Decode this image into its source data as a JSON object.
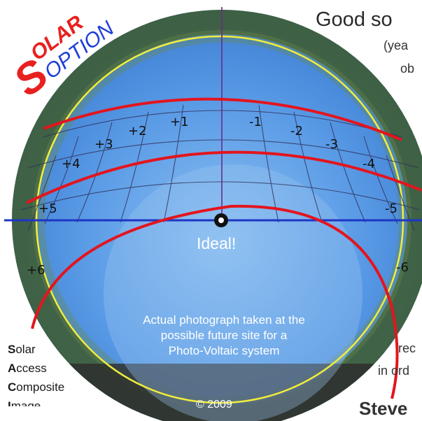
{
  "logo": {
    "word_top": "OLAR",
    "initial": "S",
    "word_bottom": "OPTION",
    "colors": {
      "red": "#e8201f",
      "blue": "#1e3fd6"
    }
  },
  "heading": {
    "line1": "Good so",
    "line2": "(yea",
    "line3": "ob"
  },
  "right_text": {
    "line1": "rec",
    "line2": "in ord"
  },
  "author": "Steve",
  "acronym": [
    {
      "initial": "S",
      "rest": "olar"
    },
    {
      "initial": "A",
      "rest": "ccess"
    },
    {
      "initial": "C",
      "rest": "omposite"
    },
    {
      "initial": "I",
      "rest": "mage"
    }
  ],
  "center_label": "Ideal!",
  "caption": {
    "line1": "Actual photograph taken at the",
    "line2": "possible future site for a",
    "line3": "Photo-Voltaic system"
  },
  "copyright": "© 2009",
  "hour_labels": [
    "+1",
    "+2",
    "+3",
    "+4",
    "+5",
    "+6",
    "-1",
    "-2",
    "-3",
    "-4",
    "-5",
    "-6"
  ],
  "colors": {
    "sky": "#4f8fe0",
    "sun_path": "#e3151e",
    "horizon_line": "#1d35c4",
    "meridian": "#6a2a8a",
    "circle": "#f2ee3a",
    "trees": "#3e5a2c"
  }
}
